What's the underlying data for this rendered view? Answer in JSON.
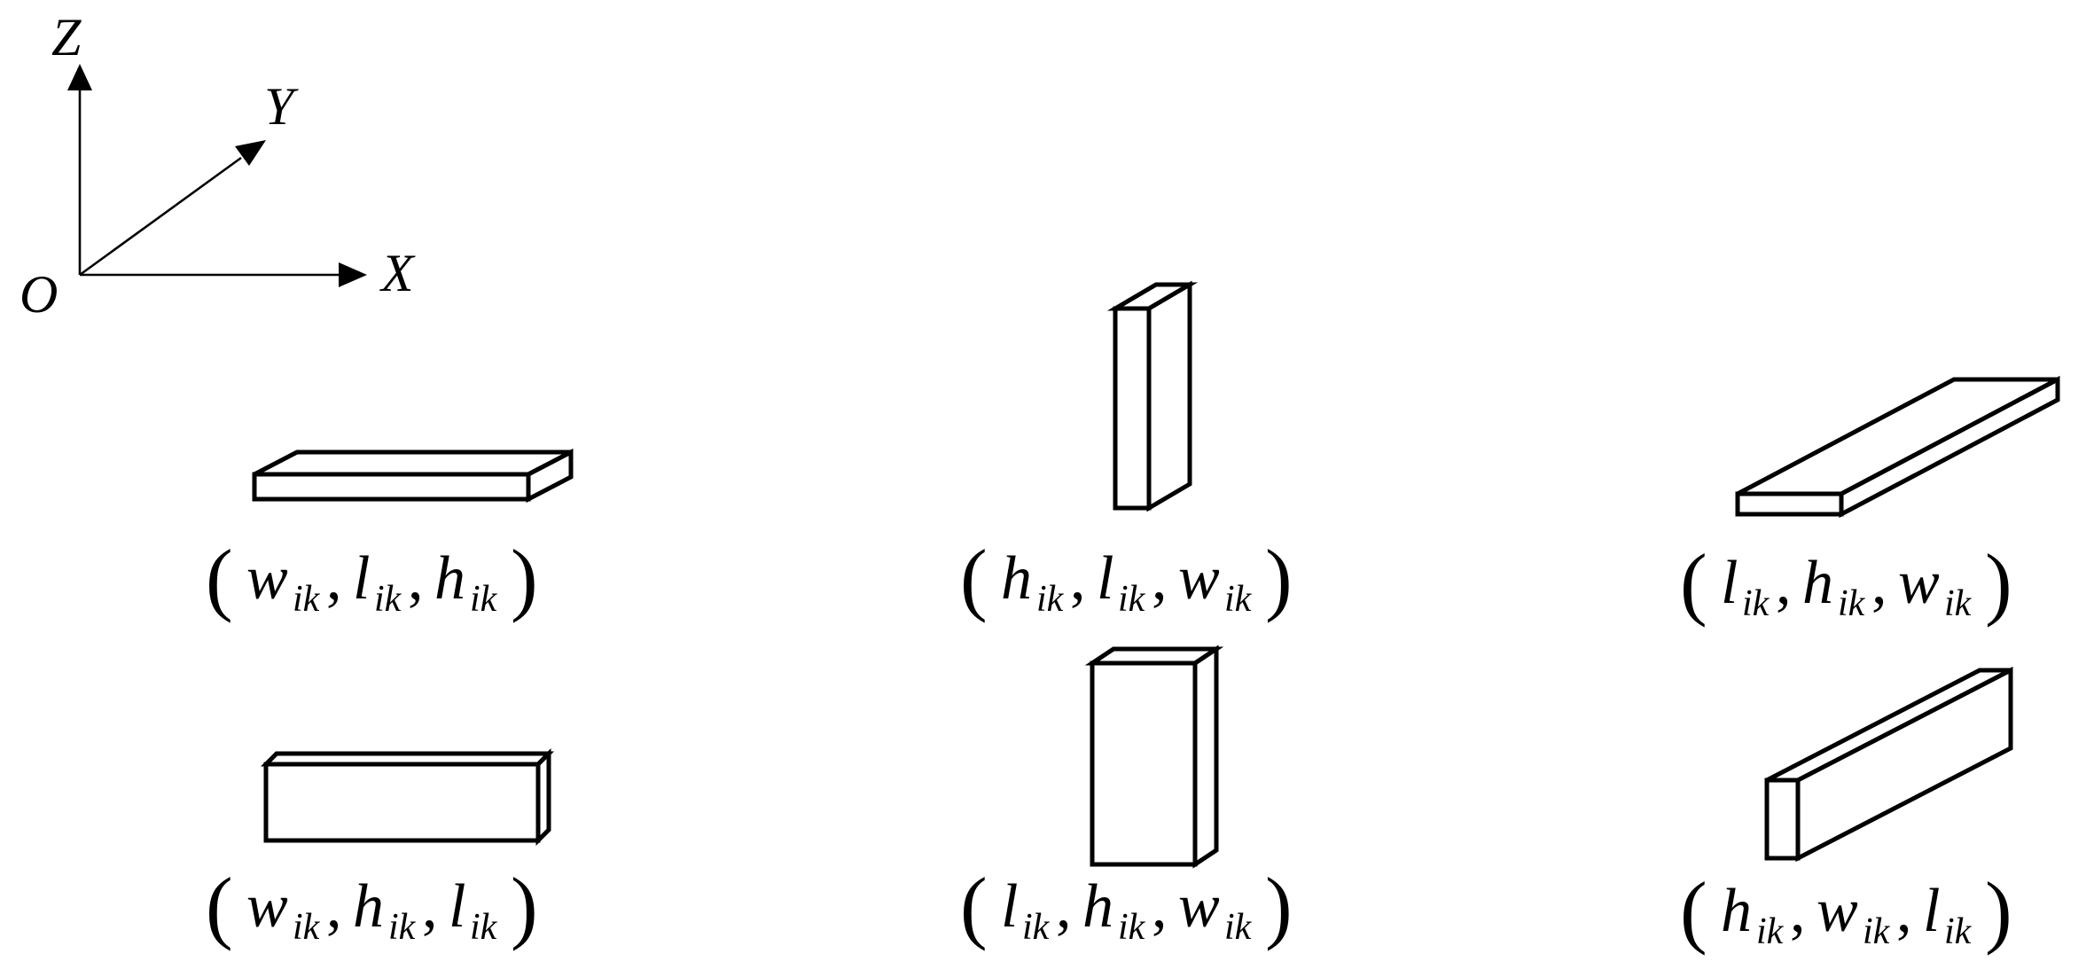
{
  "axes": {
    "z_label": "Z",
    "y_label": "Y",
    "x_label": "X",
    "origin_label": "O"
  },
  "orientations": [
    {
      "id": "o1",
      "label": {
        "open": "(",
        "close": ")",
        "sep": ",",
        "terms": [
          {
            "var": "w",
            "sub": "ik"
          },
          {
            "var": "l",
            "sub": "ik"
          },
          {
            "var": "h",
            "sub": "ik"
          }
        ]
      }
    },
    {
      "id": "o2",
      "label": {
        "open": "(",
        "close": ")",
        "sep": ",",
        "terms": [
          {
            "var": "h",
            "sub": "ik"
          },
          {
            "var": "l",
            "sub": "ik"
          },
          {
            "var": "w",
            "sub": "ik"
          }
        ]
      }
    },
    {
      "id": "o3",
      "label": {
        "open": "(",
        "close": ")",
        "sep": ",",
        "terms": [
          {
            "var": "l",
            "sub": "ik"
          },
          {
            "var": "h",
            "sub": "ik"
          },
          {
            "var": "w",
            "sub": "ik"
          }
        ]
      }
    },
    {
      "id": "o4",
      "label": {
        "open": "(",
        "close": ")",
        "sep": ",",
        "terms": [
          {
            "var": "w",
            "sub": "ik"
          },
          {
            "var": "h",
            "sub": "ik"
          },
          {
            "var": "l",
            "sub": "ik"
          }
        ]
      }
    },
    {
      "id": "o5",
      "label": {
        "open": "(",
        "close": ")",
        "sep": ",",
        "terms": [
          {
            "var": "l",
            "sub": "ik"
          },
          {
            "var": "h",
            "sub": "ik"
          },
          {
            "var": "w",
            "sub": "ik"
          }
        ]
      }
    },
    {
      "id": "o6",
      "label": {
        "open": "(",
        "close": ")",
        "sep": ",",
        "terms": [
          {
            "var": "h",
            "sub": "ik"
          },
          {
            "var": "w",
            "sub": "ik"
          },
          {
            "var": "l",
            "sub": "ik"
          }
        ]
      }
    }
  ]
}
